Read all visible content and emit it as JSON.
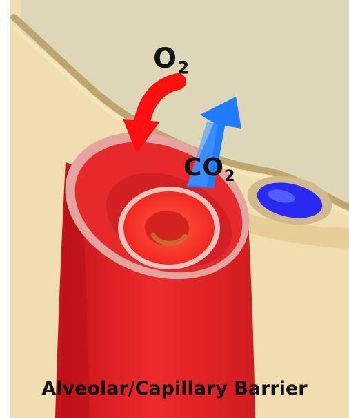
{
  "labels": {
    "oxygen": {
      "symbol": "O",
      "subscript": "2"
    },
    "carbon_dioxide": {
      "symbol": "CO",
      "subscript": "2"
    },
    "caption": "Alveolar/Capillary Barrier"
  },
  "colors": {
    "background": "#f1deb0",
    "alveolar_wall": "#ddd6b7",
    "capillary": "#e8262a",
    "red_blood_cell": "#ff3b2e",
    "oxygen_arrow": "#ff1010",
    "co2_arrow": "#1f7bff",
    "adjacent_cell": "#1b1bf0"
  },
  "icons": {
    "oxygen_arrow": "curved-arrow-down-icon",
    "co2_arrow": "arrow-up-icon"
  }
}
